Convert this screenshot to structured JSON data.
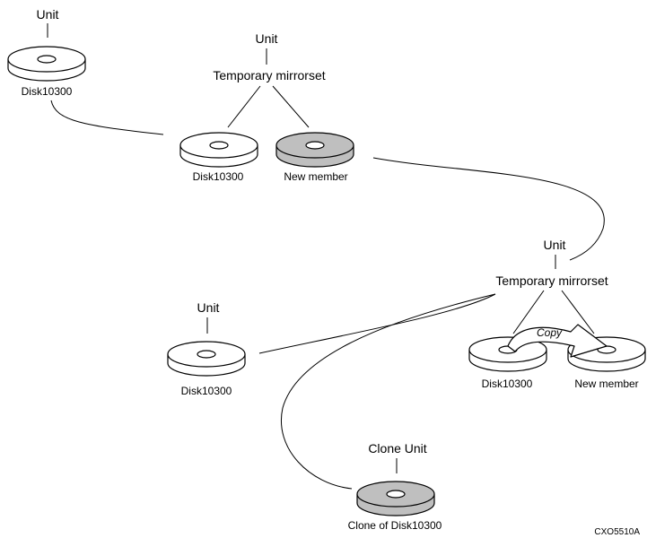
{
  "colors": {
    "disk_white": "#ffffff",
    "disk_gray": "#bfbfbf",
    "line": "#000000"
  },
  "stage1": {
    "unit_label": "Unit",
    "disk_label": "Disk10300"
  },
  "stage2": {
    "unit_label": "Unit",
    "mirrorset_label": "Temporary mirrorset",
    "disk_label": "Disk10300",
    "member_label": "New member"
  },
  "stage3": {
    "unit_label": "Unit",
    "mirrorset_label": "Temporary mirrorset",
    "copy_label": "Copy",
    "disk_label": "Disk10300",
    "member_label": "New member"
  },
  "stage4": {
    "unit_label": "Unit",
    "disk_label": "Disk10300"
  },
  "stage5": {
    "unit_label": "Clone Unit",
    "disk_label": "Clone of Disk10300"
  },
  "figure_id": "CXO5510A"
}
